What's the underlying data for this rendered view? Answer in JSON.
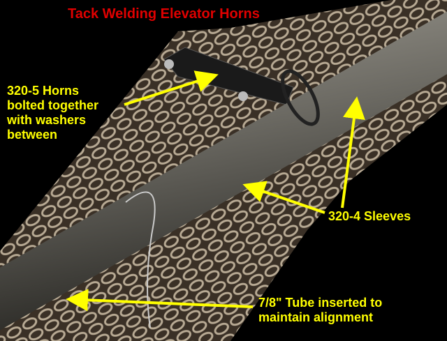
{
  "title": "Tack Welding Elevator Horns",
  "labels": {
    "horns": "320-5 Horns\nbolted together\nwith washers\nbetween",
    "sleeves": "320-4 Sleeves",
    "tube": "7/8\" Tube inserted to\nmaintain alignment"
  },
  "colors": {
    "title": "#e00000",
    "annotation": "#ffff00",
    "background": "#000000"
  }
}
